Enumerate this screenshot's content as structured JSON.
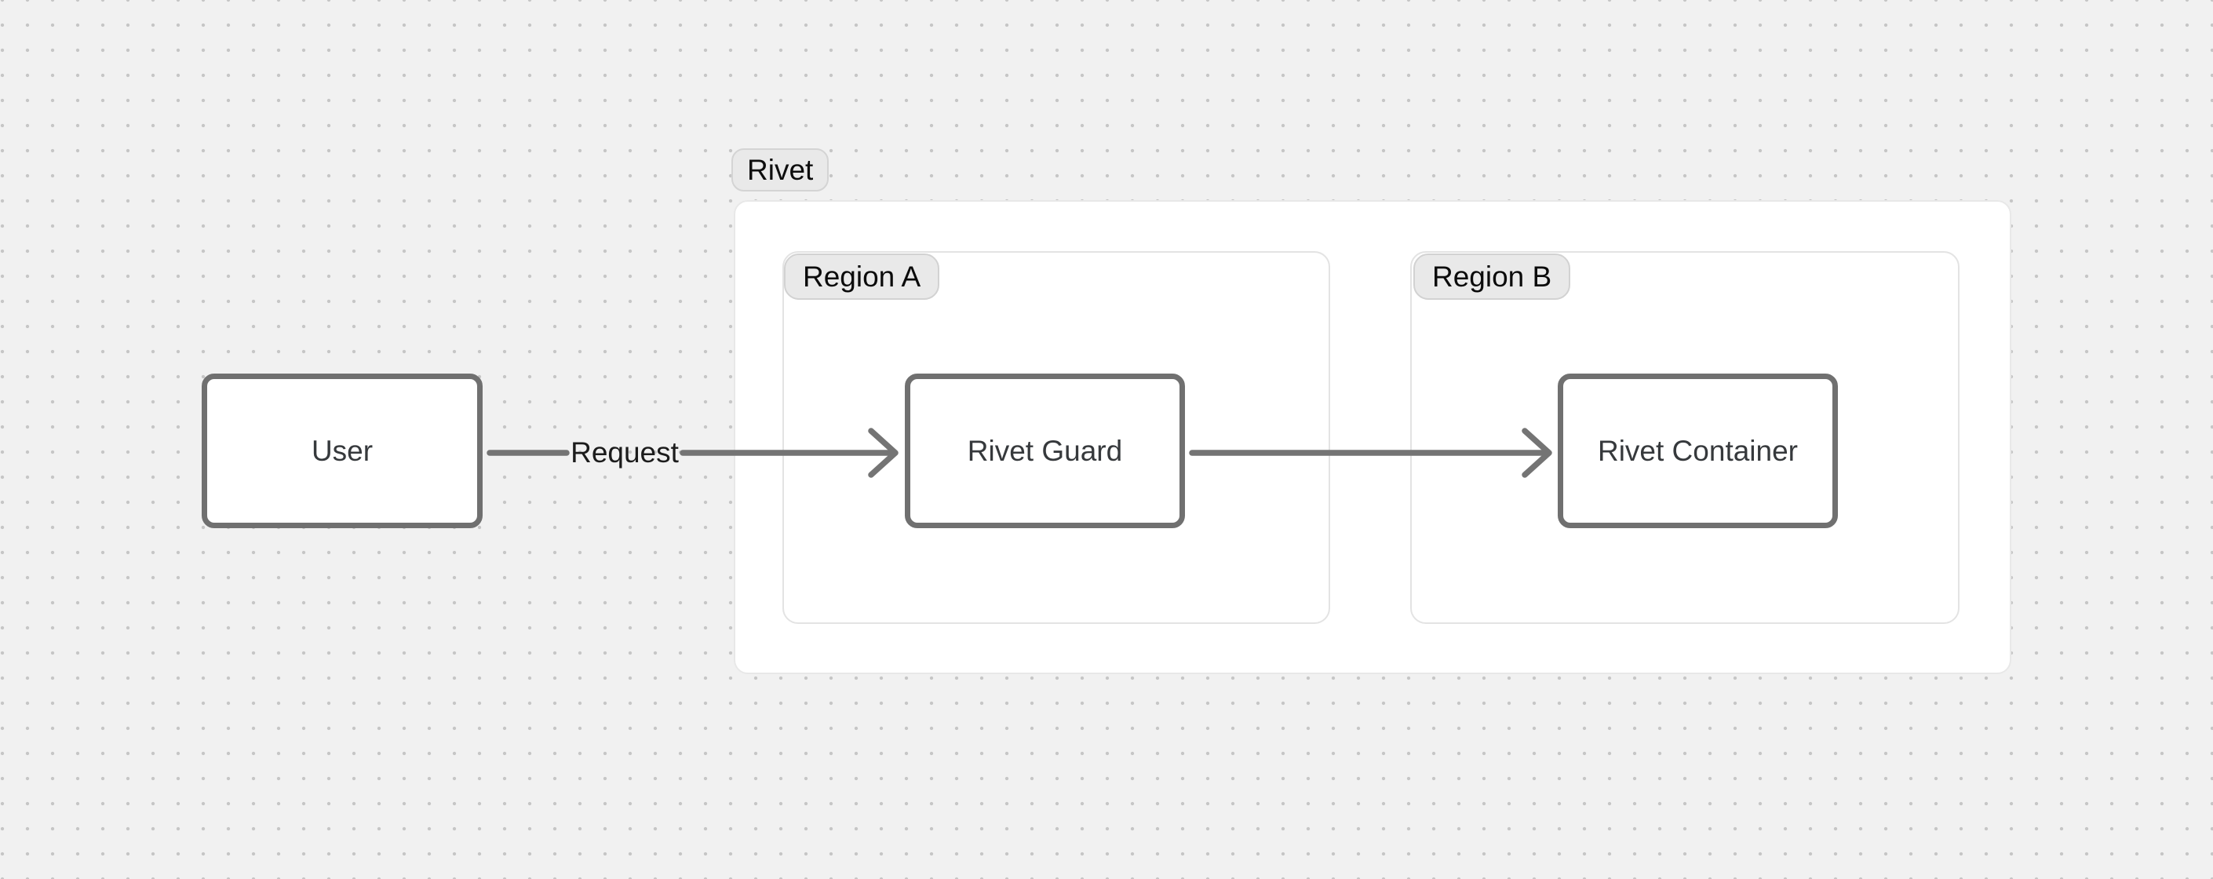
{
  "diagram": {
    "group": {
      "label": "Rivet"
    },
    "regions": [
      {
        "label": "Region A"
      },
      {
        "label": "Region B"
      }
    ],
    "nodes": [
      {
        "label": "User"
      },
      {
        "label": "Rivet Guard"
      },
      {
        "label": "Rivet Container"
      }
    ],
    "edges": [
      {
        "from": "User",
        "to": "Rivet Guard",
        "label": "Request"
      },
      {
        "from": "Rivet Guard",
        "to": "Rivet Container",
        "label": ""
      }
    ]
  },
  "colors": {
    "canvas_bg": "#f1f1f1",
    "dot": "#c6c6c6",
    "group_border": "#e8e8e8",
    "region_border": "#e3e3e3",
    "badge_bg": "#e9e9e9",
    "badge_border": "#d3d3d3",
    "node_border": "#707070",
    "node_text": "#36393c",
    "edge_stroke": "#747474",
    "edge_label_text": "#1c1c1c"
  }
}
